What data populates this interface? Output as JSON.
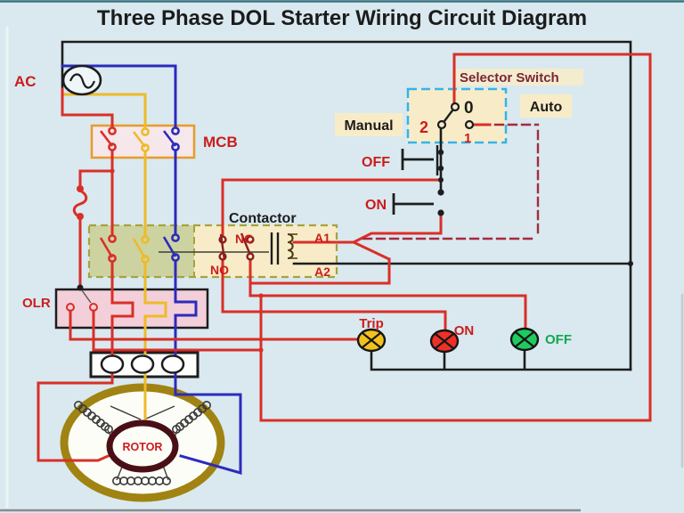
{
  "title": "Three Phase DOL Starter Wiring Circuit Diagram",
  "diagram": {
    "ac_source": {
      "label": "AC"
    },
    "mcb": {
      "label": "MCB"
    },
    "selector": {
      "label": "Selector Switch",
      "manual": "Manual",
      "auto": "Auto",
      "pos_0": "0",
      "pos_1": "1",
      "pos_2": "2"
    },
    "push_buttons": {
      "off": "OFF",
      "on": "ON"
    },
    "contactor": {
      "label": "Contactor",
      "nc": "NC",
      "no": "NO",
      "a1": "A1",
      "a2": "A2"
    },
    "olr": {
      "label": "OLR"
    },
    "lamps": {
      "trip": {
        "label": "Trip",
        "color": "#f2c11e"
      },
      "on": {
        "label": "ON",
        "color": "#ee3124"
      },
      "off": {
        "label": "OFF",
        "color": "#1ecb5e"
      }
    },
    "motor": {
      "rotor": "ROTOR"
    }
  },
  "colors": {
    "background": "#d9e9ef",
    "wire_red": "#d92f27",
    "wire_dark_red": "#a8293f",
    "wire_yellow": "#edbb28",
    "wire_blue": "#2b2bbd",
    "wire_black": "#1d1d1f",
    "box_cream": "#f8ecc8",
    "box_green": "#cdd3a0",
    "mcb_fill": "#f6e7eb",
    "mcb_border": "#e89b2b",
    "olr_fill": "#f3cfd9",
    "selector_border": "#35b4e8",
    "contactor_border": "#a8a23c",
    "motor_ring": "#a08312",
    "rotor_ring": "#4a0f16"
  }
}
